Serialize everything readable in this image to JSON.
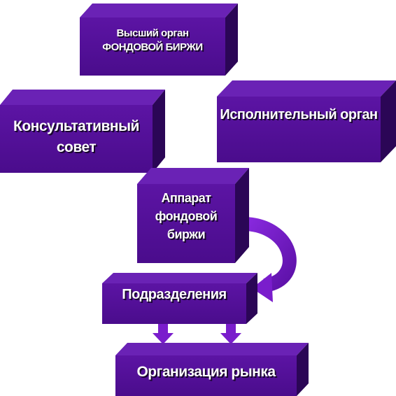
{
  "diagram": {
    "nodes": {
      "supreme": {
        "line1": "Высший орган",
        "line2": "ФОНДОВОЙ БИРЖИ"
      },
      "advisory": {
        "line1": "Консультативный",
        "line2": "совет"
      },
      "executive": {
        "label": "Исполнительный орган"
      },
      "apparatus": {
        "line1": "Аппарат",
        "line2": "фондовой",
        "line3": "биржи"
      },
      "divisions": {
        "label": "Подразделения"
      },
      "market": {
        "label": "Организация рынка"
      }
    },
    "colors": {
      "front": "#55109a",
      "top": "#6a22b5",
      "side": "#2b0656",
      "arrow": "#7a1dcc",
      "text": "#ffffff"
    }
  }
}
